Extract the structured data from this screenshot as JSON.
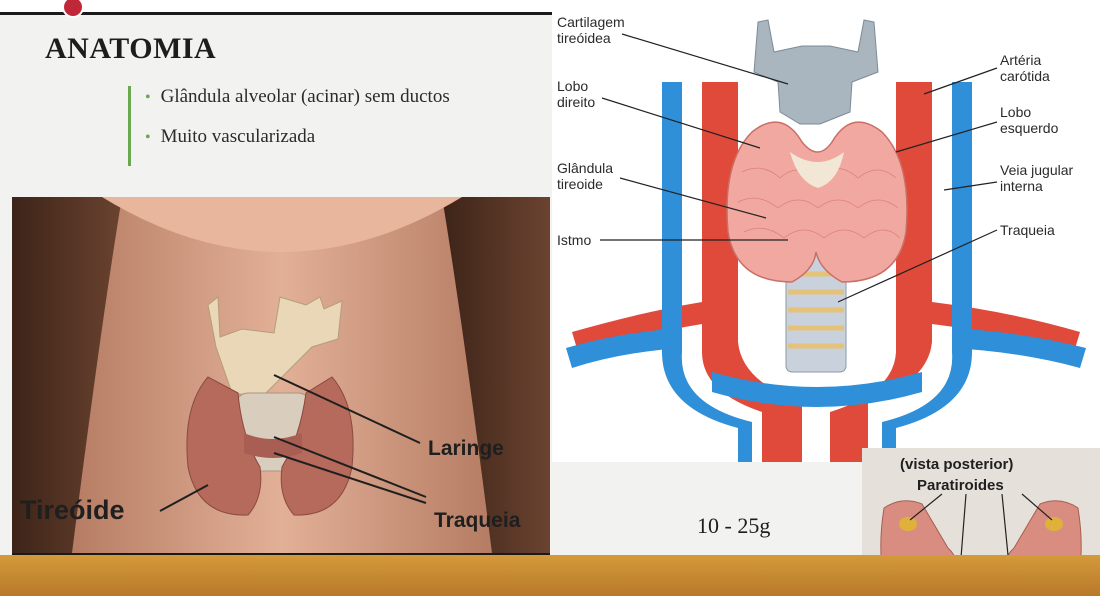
{
  "slide": {
    "title": "ANATOMIA",
    "bullets": [
      {
        "text": "Glândula alveolar (acinar) sem ductos"
      },
      {
        "text": "Muito vascularizada"
      }
    ],
    "weight": "10 - 25g",
    "accent_color": "#6aa84f"
  },
  "photo": {
    "labels": {
      "larynx": "Laringe",
      "thyroid": "Tireóide",
      "trachea": "Traqueia"
    }
  },
  "diagram": {
    "labels": {
      "cartilage": "Cartilagem\ntireóidea",
      "right_lobe": "Lobo\ndireito",
      "gland": "Glândula\ntireoide",
      "isthmus": "Istmo",
      "carotid": "Artéria\ncarótida",
      "left_lobe": "Lobo\nesquerdo",
      "jugular": "Veia jugular\ninterna",
      "trachea": "Traqueia"
    },
    "colors": {
      "artery": "#e04a3a",
      "vein": "#2f8fd8",
      "gland": "#f1a8a0",
      "cartilage": "#a9b6c0"
    }
  },
  "posterior": {
    "title": "(vista posterior)",
    "parathyroid": "Paratiroides"
  }
}
